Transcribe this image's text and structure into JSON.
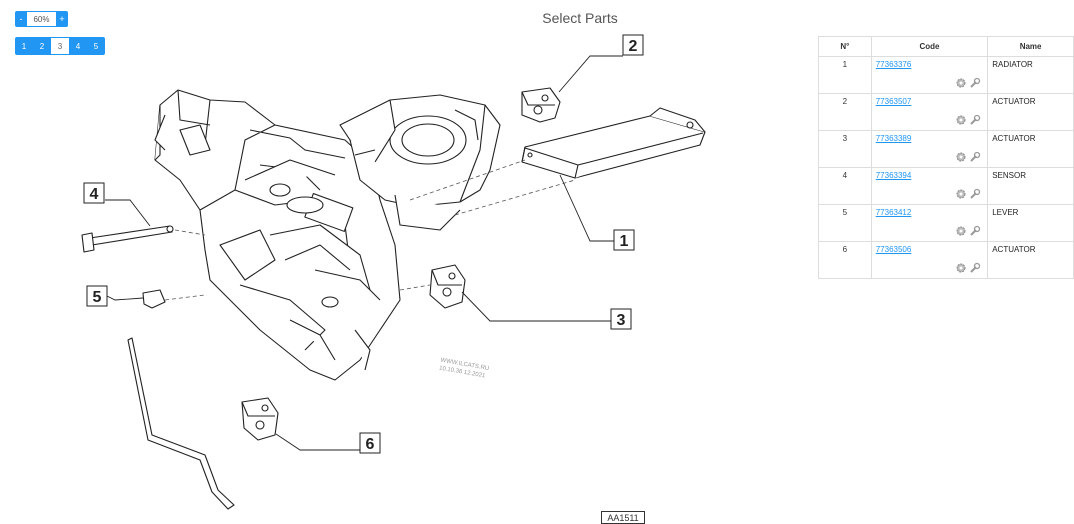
{
  "page": {
    "title": "Select Parts"
  },
  "zoom": {
    "minus": "-",
    "value": "60%",
    "plus": "+"
  },
  "pager": {
    "pages": [
      "1",
      "2",
      "3",
      "4",
      "5"
    ],
    "active": "3"
  },
  "diagram": {
    "callouts": [
      "1",
      "2",
      "3",
      "4",
      "5",
      "6"
    ],
    "watermark_line1": "WWW.ILCATS.RU",
    "watermark_line2": "10.10.36 12.2021",
    "image_code": "AA1511"
  },
  "table": {
    "headers": {
      "no": "N°",
      "code": "Code",
      "name": "Name"
    },
    "rows": [
      {
        "no": "1",
        "code": "77363376",
        "name": "RADIATOR"
      },
      {
        "no": "2",
        "code": "77363507",
        "name": "ACTUATOR"
      },
      {
        "no": "3",
        "code": "77363389",
        "name": "ACTUATOR"
      },
      {
        "no": "4",
        "code": "77363394",
        "name": "SENSOR"
      },
      {
        "no": "5",
        "code": "77363412",
        "name": "LEVER"
      },
      {
        "no": "6",
        "code": "77363506",
        "name": "ACTUATOR"
      }
    ]
  }
}
